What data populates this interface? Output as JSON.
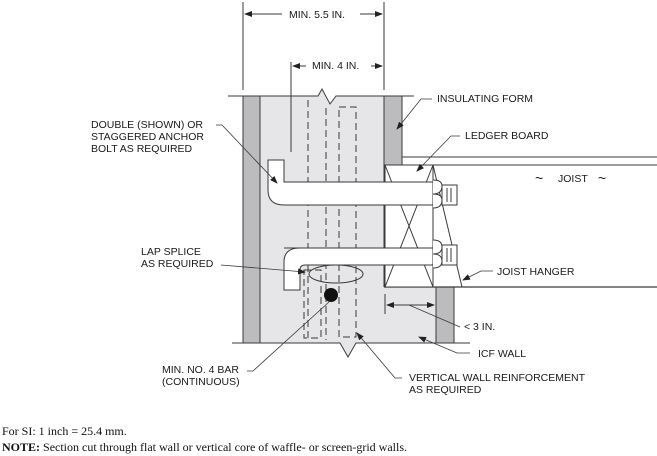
{
  "diagram": {
    "dimensions": {
      "overall_width": "MIN. 5.5 IN.",
      "core_width": "MIN. 4 IN.",
      "ledger_gap": "< 3 IN."
    },
    "labels": {
      "insulating_form": "INSULATING FORM",
      "anchor_bolt": "DOUBLE (SHOWN) OR\nSTAGGERED ANCHOR\nBOLT AS REQUIRED",
      "ledger_board": "LEDGER BOARD",
      "joist": "JOIST",
      "joist_break_symbol": "~",
      "lap_splice": "LAP SPLICE\nAS REQUIRED",
      "joist_hanger": "JOIST HANGER",
      "icf_wall": "ICF WALL",
      "min_bar": "MIN. NO. 4 BAR\n(CONTINUOUS)",
      "vertical_reinforcement": "VERTICAL WALL REINFORCEMENT\nAS REQUIRED"
    },
    "colors": {
      "form_fill": "#bcbcbe",
      "concrete_fill": "#e6e6e8",
      "line": "#3a3a3a",
      "bar_fill": "#111111"
    }
  },
  "footnotes": {
    "si_conversion": "For SI:  1 inch = 25.4 mm.",
    "note_label": "NOTE:",
    "note_text": " Section cut through flat wall or vertical core of waffle- or screen-grid walls."
  }
}
